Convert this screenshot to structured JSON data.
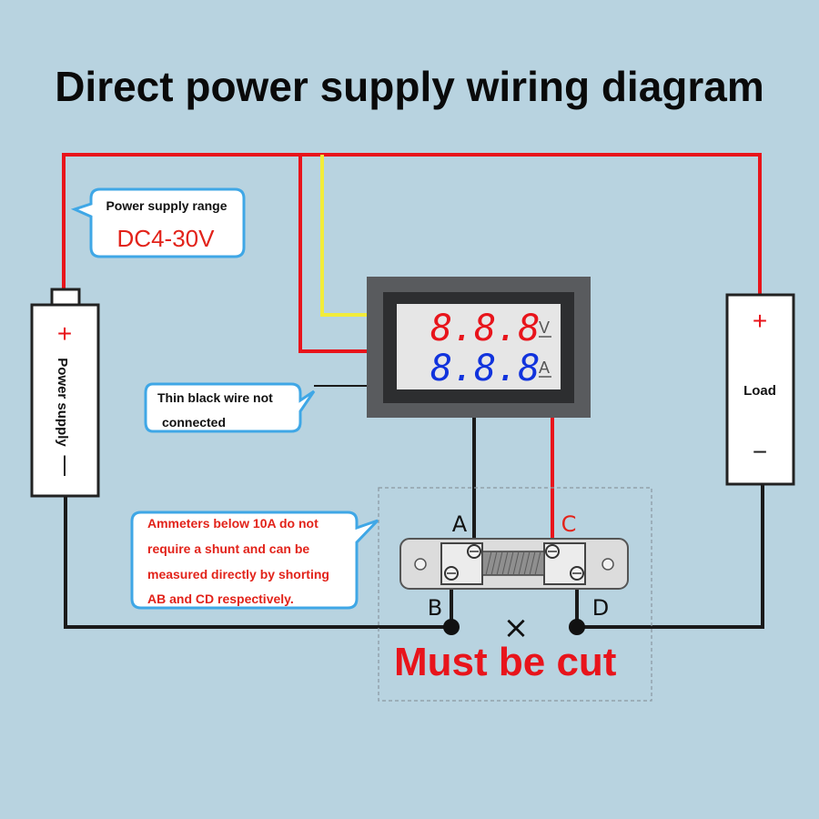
{
  "title": "Direct power supply wiring diagram",
  "power_supply": {
    "label": "Power supply",
    "plus": "+",
    "minus": "|"
  },
  "load": {
    "label": "Load",
    "plus": "+",
    "minus": "−"
  },
  "callout_range": {
    "line1": "Power supply range",
    "line2": "DC4-30V"
  },
  "callout_black_wire": {
    "line1": "Thin black wire not",
    "line2": "connected"
  },
  "callout_shunt": {
    "lines": [
      "Ammeters below 10A do not",
      "require a shunt and can be",
      "measured directly by shorting",
      "AB and CD respectively."
    ]
  },
  "meter": {
    "voltage_digits": "8.8.8",
    "voltage_unit": "V",
    "current_digits": "8.8.8",
    "current_unit": "A"
  },
  "terminals": {
    "a": "A",
    "b": "B",
    "c": "C",
    "d": "D"
  },
  "cut_mark": "×",
  "cut_label": "Must be cut",
  "colors": {
    "background": "#b8d3e0",
    "red_wire": "#e8141b",
    "black_wire": "#1a1a1a",
    "yellow_wire": "#f2ec3a",
    "callout_border": "#3fa7e6",
    "voltage_digits": "#e8141b",
    "current_digits": "#1133dd"
  }
}
